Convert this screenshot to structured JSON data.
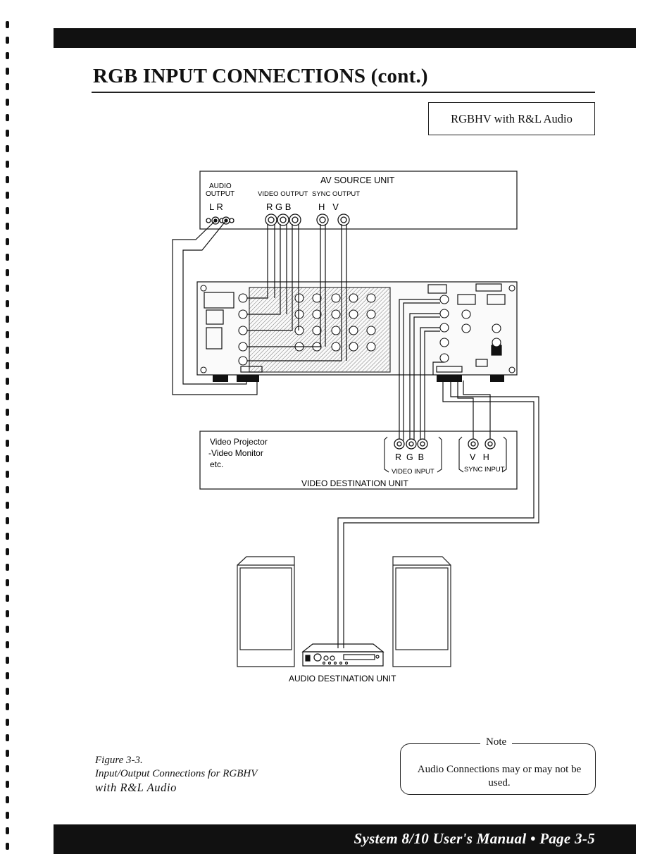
{
  "header": {
    "title": "RGB INPUT CONNECTIONS (cont.)"
  },
  "tag": "RGBHV with R&L Audio",
  "diagram": {
    "source_unit": "AV SOURCE UNIT",
    "audio_output": [
      "AUDIO",
      "OUTPUT"
    ],
    "audio_lr": "L R",
    "video_output": "VIDEO OUTPUT",
    "rgb_letters": "R G B",
    "sync_output": "SYNC OUTPUT",
    "hv_letters": "H   V",
    "projector_lines": [
      "Video Projector",
      "-Video Monitor",
      "etc."
    ],
    "dest_rgb": "R  G  B",
    "video_input": "VIDEO INPUT",
    "dest_vh": "V   H",
    "sync_input": "SYNC INPUT",
    "video_dest_unit": "VIDEO DESTINATION UNIT",
    "audio_dest_unit": "AUDIO DESTINATION UNIT"
  },
  "caption": {
    "line1": "Figure 3-3.",
    "line2": "Input/Output Connections for RGBHV",
    "line3": "with R&L Audio"
  },
  "note": {
    "title": "Note",
    "text": "Audio Connections may or may not be used."
  },
  "footer": {
    "text": "System 8/10 User's Manual  •  Page  3-5"
  }
}
